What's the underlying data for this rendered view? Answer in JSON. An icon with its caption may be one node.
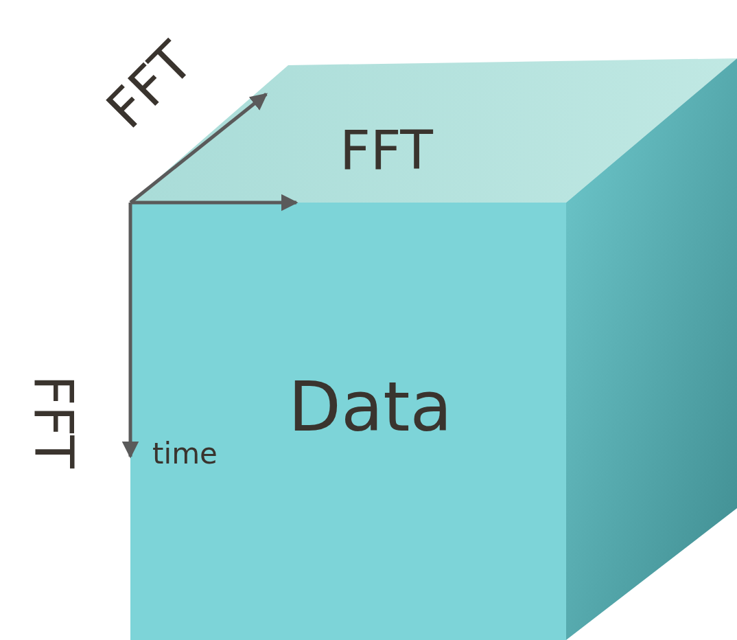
{
  "diagram": {
    "nodes": [
      {
        "text": [
          "Data"
        ]
      }
    ],
    "labels": [
      "FFT",
      "FFT",
      "FFT",
      "time"
    ]
  }
}
